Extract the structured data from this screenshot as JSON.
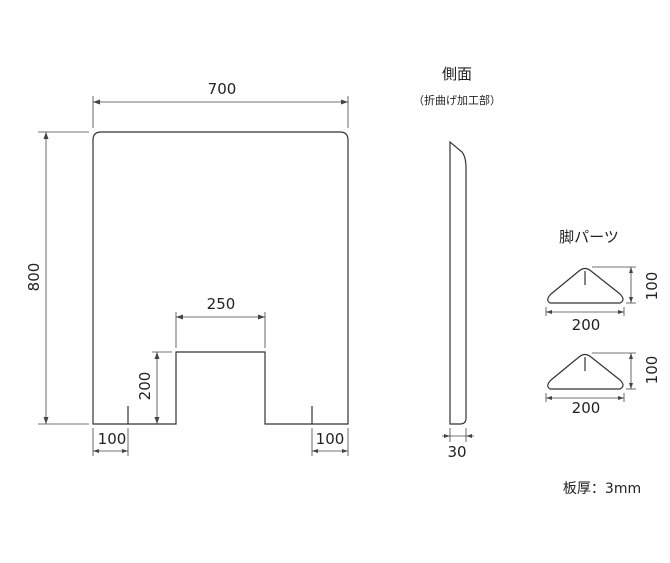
{
  "front": {
    "width_label": "700",
    "height_label": "800",
    "cutout_width_label": "250",
    "cutout_height_label": "200",
    "foot_left_label": "100",
    "foot_right_label": "100"
  },
  "side": {
    "title": "側面",
    "subtitle": "（折曲げ加工部）",
    "thickness_label": "30"
  },
  "legs": {
    "title": "脚パーツ",
    "parts": [
      {
        "width_label": "200",
        "height_label": "100"
      },
      {
        "width_label": "200",
        "height_label": "100"
      }
    ]
  },
  "plate": {
    "thickness_note": "板厚：3mm"
  }
}
